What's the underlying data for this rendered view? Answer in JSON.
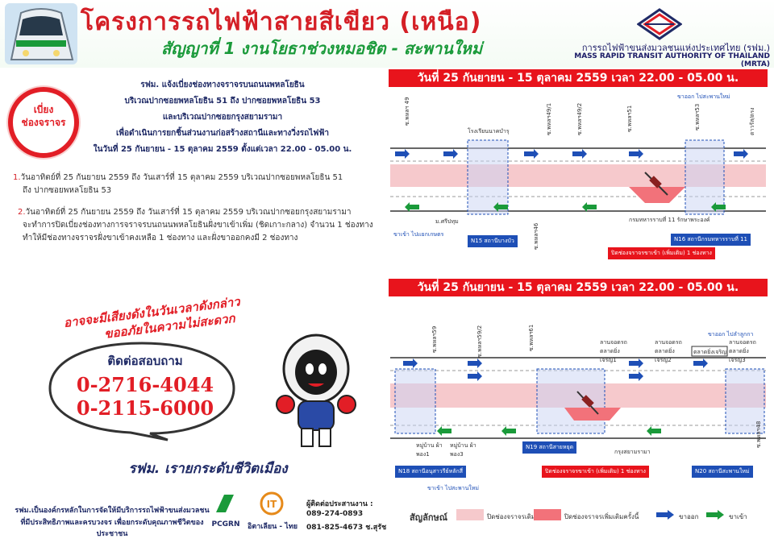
{
  "header": {
    "title": "โครงการรถไฟฟ้าสายสีเขียว (เหนือ)",
    "subtitle": "สัญญาที่ 1 งานโยธาช่วงหมอชิต - สะพานใหม่",
    "org_th": "การรถไฟฟ้าขนส่งมวลชนแห่งประเทศไทย (รฟม.)",
    "org_en": "MASS RAPID TRANSIT AUTHORITY OF THAILAND (MRTA)"
  },
  "notice": {
    "badge": [
      "เบี่ยง",
      "ช่องจราจร"
    ],
    "lines": [
      "รฟม. แจ้งเบี่ยงช่องทางจราจรบนถนนพหลโยธิน",
      "บริเวณปากซอยพหลโยธิน 51 ถึง ปากซอยพหลโยธิน 53",
      "และบริเวณปากซอยกรุงสยามรามา",
      "เพื่อดำเนินการยกชิ้นส่วนงานก่อสร้างสถานีและทางวิ่งรถไฟฟ้า",
      "ในวันที่ 25 กันยายน - 15 ตุลาคม 2559 ตั้งแต่เวลา 22.00 - 05.00 น."
    ],
    "items": [
      {
        "num": "1.",
        "lines": [
          "วันอาทิตย์ที่ 25 กันยายน 2559 ถึง วันเสาร์ที่ 15 ตุลาคม 2559 บริเวณปากซอยพหลโยธิน 51",
          "ถึง ปากซอยพหลโยธิน 53"
        ]
      },
      {
        "num": "2.",
        "lines": [
          "วันอาทิตย์ที่ 25 กันยายน 2559 ถึง วันเสาร์ที่ 15 ตุลาคม 2559 บริเวณปากซอยกรุงสยามรามา",
          "จะทำการปิดเบี่ยงช่องทางการจราจรบนถนนพหลโยธินฝั่งขาเข้าเพิ่ม (ชิดเกาะกลาง) จำนวน 1 ช่องทาง",
          "ทำให้มีช่องทางจราจรฝั่งขาเข้าคงเหลือ 1 ช่องทาง และฝั่งขาออกคงมี 2 ช่องทาง"
        ]
      }
    ]
  },
  "warning": {
    "line1": "อาจจะมีเสียงดังในวันเวลาดังกล่าว",
    "line2": "ขออภัยในความไม่สะดวก",
    "contact_label": "ติดต่อสอบถาม",
    "phone1": "0-2716-4044",
    "phone2": "0-2115-6000"
  },
  "slogan": "รฟม. เรายกระดับชีวิตเมือง",
  "footer": {
    "line1": "รฟม.เป็นองค์กรหลักในการจัดให้มีบริการรถไฟฟ้าขนส่งมวลชน",
    "line2": "ที่มีประสิทธิภาพและครบวงจร เพื่อยกระดับคุณภาพชีวิตของประชาชน",
    "logo1": "PCGRN",
    "logo2": "อิตาเลียน - ไทย",
    "contact_title": "ผู้ติดต่อประสานงาน :",
    "contact1": "089-274-0893",
    "contact2": "081-825-4673 ช.สุรัช"
  },
  "diagram1": {
    "date": "วันที่ 25 กันยายน - 15 ตุลาคม 2559 เวลา 22.00 - 05.00 น.",
    "out_dir": "ขาออก ไปสะพานใหม่",
    "in_dir": "ขาเข้า ไปแยกเกษตร",
    "top_labels": [
      "ซ.พหลฯ 49",
      "โรงเรียนนาคบำรุ",
      "ซ.พหลฯ49/1",
      "ซ.พหลฯ49/2",
      "ซ.พหลฯ51",
      "ซ.พหลฯ53",
      "ตาวรัส/ตรง"
    ],
    "bottom_labels": [
      "ม.ศรีปทุม",
      "ซ.พหลฯ46",
      "กรมทหารราบที่ 11 รักษาพระองค์"
    ],
    "station1": "N15 สถานีบางบัว",
    "station2": "N16 สถานีกรมทหารราบที่ 11",
    "closed": "ปิดช่องจราจรขาเข้า (เพิ่มเติม) 1 ช่องทาง"
  },
  "diagram2": {
    "date": "วันที่ 25 กันยายน - 15 ตุลาคม 2559 เวลา 22.00 - 05.00 น.",
    "out_dir": "ขาออก ไปลำลูกกา",
    "in_dir": "ขาเข้า ไปสะพานใหม่",
    "top_labels": [
      "ซ.พหลฯ59",
      "ซ.พหลฯ59/2",
      "ซ.พหลฯ61",
      "ลานจอดรถ ตลาดยิ่งเจริญ1",
      "ลานจอดรถ ตลาดยิ่งเจริญ2",
      "ตลาดยิ่งเจริญ",
      "ลานจอดรถ ตลาดยิ่งเจริญ3"
    ],
    "bottom_labels": [
      "หมู่บ้าน ผ้าพอง1",
      "หมู่บ้าน ผ้าพอง3",
      "กรุงสยามรามา",
      "ซ.พหลฯ48"
    ],
    "station1": "N18 สถานีอนุสาวรีย์หลักสี่",
    "station2": "N19 สถานีสายหยุด",
    "station3": "N20 สถานีสะพานใหม่",
    "closed": "ปิดช่องจราจรขาเข้า (เพิ่มเติม) 1 ช่องทาง"
  },
  "legend": {
    "title": "สัญลักษณ์",
    "closed_original": "ปิดช่องจราจรเดิม",
    "closed_added": "ปิดช่องจราจรเพิ่มเติมครั้งนี้",
    "outbound": "ขาออก",
    "inbound": "ขาเข้า"
  },
  "colors": {
    "red": "#e8141c",
    "green": "#1a9a3a",
    "navy": "#1f2a66",
    "blue": "#1e4fb6",
    "pink": "#f6c9cc"
  }
}
